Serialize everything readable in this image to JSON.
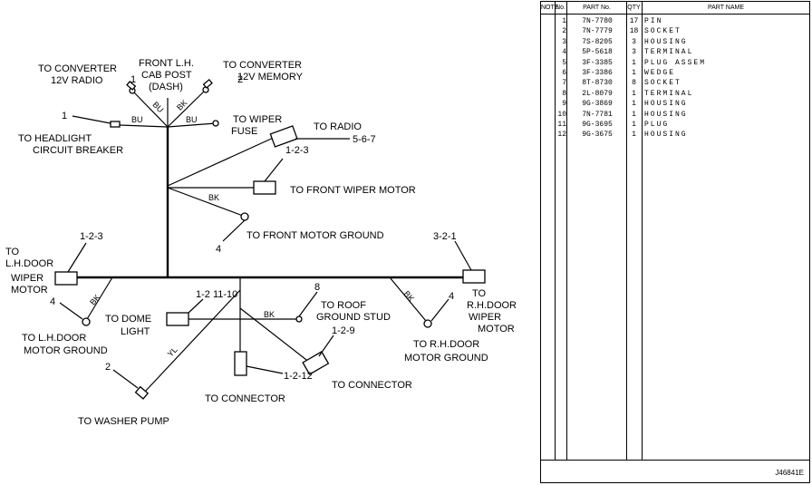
{
  "diagram": {
    "labels": {
      "to_converter_radio": [
        "TO CONVERTER",
        "12V RADIO"
      ],
      "front_cab_post": [
        "FRONT L.H.",
        "CAB POST",
        "(DASH)"
      ],
      "to_converter_memory": [
        "TO CONVERTER",
        "12V MEMORY"
      ],
      "to_headlight": [
        "TO HEADLIGHT",
        "CIRCUIT BREAKER"
      ],
      "to_wiper_fuse": [
        "TO WIPER",
        "FUSE"
      ],
      "to_radio": "TO RADIO",
      "to_front_wiper_motor": "TO FRONT WIPER MOTOR",
      "to_front_motor_ground": "TO FRONT MOTOR GROUND",
      "to_lh_door_wiper_motor": [
        "TO",
        "L.H.DOOR",
        "WIPER",
        "MOTOR"
      ],
      "to_rh_door_wiper_motor": [
        "TO",
        "R.H.DOOR",
        "WIPER",
        "MOTOR"
      ],
      "to_lh_door_motor_ground": [
        "TO L.H.DOOR",
        "MOTOR GROUND"
      ],
      "to_dome_light": [
        "TO DOME",
        "LIGHT"
      ],
      "to_roof_ground_stud": [
        "TO ROOF",
        "GROUND STUD"
      ],
      "to_rh_door_motor_ground": [
        "TO R.H.DOOR",
        "MOTOR GROUND"
      ],
      "to_connector_left": "TO CONNECTOR",
      "to_connector_right": "TO CONNECTOR",
      "to_washer_pump": "TO WASHER PUMP"
    },
    "callouts": {
      "radio_conn": "1",
      "memory_conn": "2",
      "headlight_conn": "1",
      "radio_plug": "5-6-7",
      "wiper_fuse_plug": "1-2-3",
      "front_ground": "4",
      "lh_door_motor": "1-2-3",
      "rh_door_motor": "3-2-1",
      "lh_ground": "4",
      "rh_ground": "4",
      "dome_light": "1-2  11-10",
      "roof_ground": "8",
      "connector_right": "1-2-9",
      "connector_left": "1-2-12",
      "washer_pump": "2"
    },
    "wire_colors": {
      "bu_left": "BU",
      "bu_right": "BU",
      "bu_diag": "BU",
      "bk_diag": "BK",
      "bk_front": "BK",
      "bk_lh": "BK",
      "bk_rh": "BK",
      "bk_roof": "BK",
      "yl_washer": "YL"
    },
    "drawing_number": "J46841E"
  },
  "parts_table": {
    "headers": {
      "note": "NOTE",
      "no": "No.",
      "part_no": "PART No.",
      "qty": "QTY",
      "part_name": "PART NAME"
    },
    "rows": [
      {
        "no": "1",
        "part_no": "7N-7780",
        "qty": "17",
        "name": "PIN"
      },
      {
        "no": "2",
        "part_no": "7N-7779",
        "qty": "18",
        "name": "SOCKET"
      },
      {
        "no": "3",
        "part_no": "7S-8205",
        "qty": "3",
        "name": "HOUSING"
      },
      {
        "no": "4",
        "part_no": "5P-5618",
        "qty": "3",
        "name": "TERMINAL"
      },
      {
        "no": "5",
        "part_no": "3F-3385",
        "qty": "1",
        "name": "PLUG ASSEM"
      },
      {
        "no": "6",
        "part_no": "3F-3386",
        "qty": "1",
        "name": "WEDGE"
      },
      {
        "no": "7",
        "part_no": "8T-8730",
        "qty": "8",
        "name": "SOCKET"
      },
      {
        "no": "8",
        "part_no": "2L-8079",
        "qty": "1",
        "name": "TERMINAL"
      },
      {
        "no": "9",
        "part_no": "9G-3869",
        "qty": "1",
        "name": "HOUSING"
      },
      {
        "no": "10",
        "part_no": "7N-7781",
        "qty": "1",
        "name": "HOUSING"
      },
      {
        "no": "11",
        "part_no": "9G-3695",
        "qty": "1",
        "name": "PLUG"
      },
      {
        "no": "12",
        "part_no": "9G-3675",
        "qty": "1",
        "name": "HOUSING"
      }
    ]
  }
}
